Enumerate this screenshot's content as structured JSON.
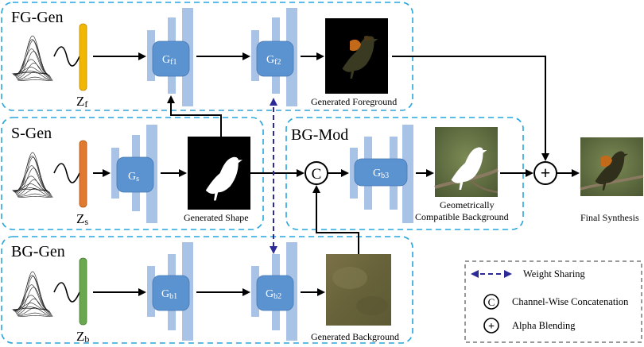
{
  "panels": {
    "fg_gen": "FG-Gen",
    "s_gen": "S-Gen",
    "bg_gen": "BG-Gen",
    "bg_mod": "BG-Mod"
  },
  "latents": {
    "zf": {
      "main": "Z",
      "sub": "f"
    },
    "zs": {
      "main": "Z",
      "sub": "s"
    },
    "zb": {
      "main": "Z",
      "sub": "b"
    }
  },
  "generators": {
    "gf1": {
      "main": "G",
      "sub": "f1"
    },
    "gf2": {
      "main": "G",
      "sub": "f2"
    },
    "gs": {
      "main": "G",
      "sub": "s"
    },
    "gb1": {
      "main": "G",
      "sub": "b1"
    },
    "gb2": {
      "main": "G",
      "sub": "b2"
    },
    "gb3": {
      "main": "G",
      "sub": "b3"
    }
  },
  "outputs": {
    "foreground": "Generated Foreground",
    "shape": "Generated Shape",
    "background": "Generated Background",
    "compatible_line1": "Geometrically",
    "compatible_line2": "Compatible Background",
    "final": "Final Synthesis"
  },
  "operators": {
    "concat": "C",
    "blend": "+"
  },
  "legend": {
    "weight_sharing": "Weight Sharing",
    "concat": "Channel-Wise Concatenation",
    "blend": "Alpha Blending"
  },
  "colors": {
    "panel_border": "#29a6dc",
    "generator_fill": "#5b93d0",
    "layer_fill": "#a9c3e6",
    "zf": "#f2b705",
    "zs": "#e07a2e",
    "zb": "#6aa84f",
    "weight_sharing": "#2c2a96"
  }
}
